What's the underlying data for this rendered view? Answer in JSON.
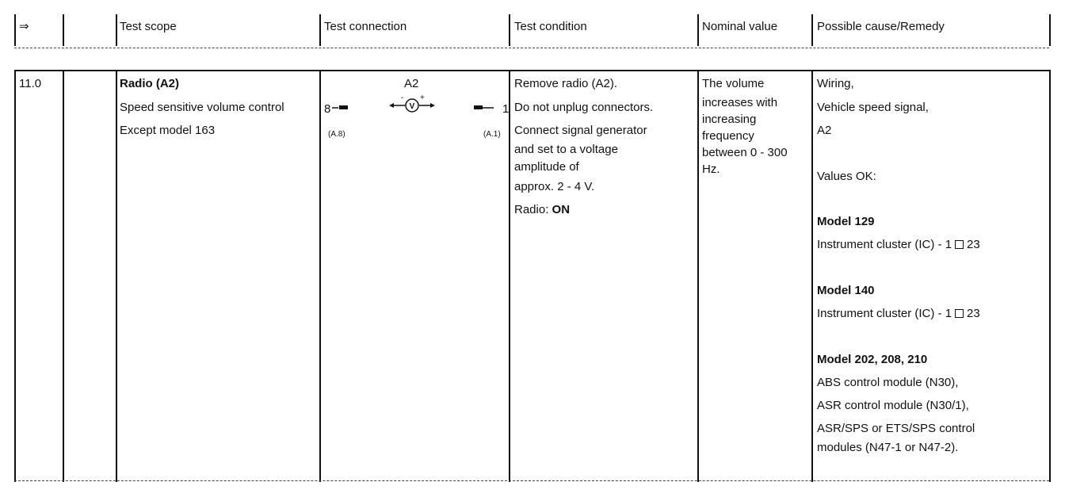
{
  "header": {
    "arrow": "⇒",
    "col_blank": "",
    "test_scope": "Test scope",
    "test_connection": "Test connection",
    "test_condition": "Test condition",
    "nominal_value": "Nominal value",
    "possible_cause": "Possible cause/Remedy"
  },
  "row": {
    "step": "11.0",
    "scope": {
      "title": "Radio (A2)",
      "line1": "Speed sensitive volume control",
      "line2": "Except model 163"
    },
    "connection": {
      "component": "A2",
      "left_pin": "8",
      "right_pin": "1",
      "left_ref": "(A.8)",
      "right_ref": "(A.1)",
      "meter_label": "V",
      "minus": "-",
      "plus": "+"
    },
    "condition": {
      "line1": "Remove radio (A2).",
      "line2": "Do not unplug connectors.",
      "line3": "Connect signal generator",
      "line4": "and set to a voltage",
      "line5": "amplitude of",
      "line6": "approx. 2 - 4 V.",
      "radio_label": "Radio: ",
      "radio_state": "ON"
    },
    "nominal": {
      "line1": "The volume",
      "line2": "increases with",
      "line3": "increasing",
      "line4": "frequency",
      "line5": "between 0 - 300",
      "line6": "Hz."
    },
    "remedy": {
      "cause1": "Wiring,",
      "cause2": "Vehicle speed signal,",
      "cause3": "A2",
      "values_ok": "Values OK:",
      "model129_title": "Model 129",
      "model129_text_a": "Instrument cluster (IC) - 1",
      "model129_text_b": "23",
      "model140_title": "Model 140",
      "model140_text_a": "Instrument cluster (IC) - 1",
      "model140_text_b": "23",
      "model202_title": "Model 202, 208, 210",
      "model202_line1": "ABS control module (N30),",
      "model202_line2": "ASR control module (N30/1),",
      "model202_line3": "ASR/SPS or ETS/SPS control",
      "model202_line4": "modules (N47-1 or N47-2)."
    }
  }
}
